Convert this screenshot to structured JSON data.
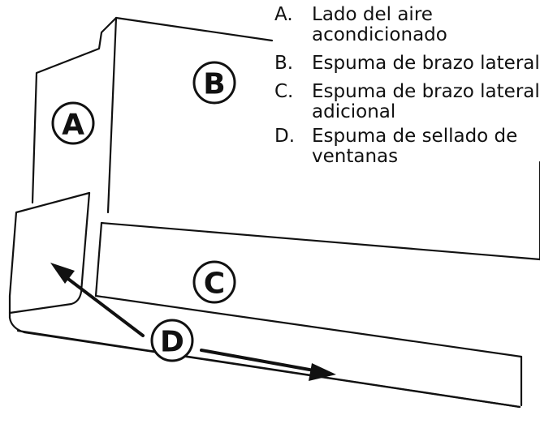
{
  "legend": [
    {
      "letter": "A.",
      "lines": [
        "Lado del aire",
        "acondicionado"
      ]
    },
    {
      "letter": "B.",
      "lines": [
        "Espuma de brazo lateral"
      ]
    },
    {
      "letter": "C.",
      "lines": [
        "Espuma de brazo lateral",
        "adicional"
      ]
    },
    {
      "letter": "D.",
      "lines": [
        "Espuma de sellado de",
        "ventanas"
      ]
    }
  ],
  "callouts": {
    "a": "A",
    "b": "B",
    "c": "C",
    "d": "D"
  },
  "colors": {
    "stroke": "#111111",
    "background": "#ffffff"
  }
}
